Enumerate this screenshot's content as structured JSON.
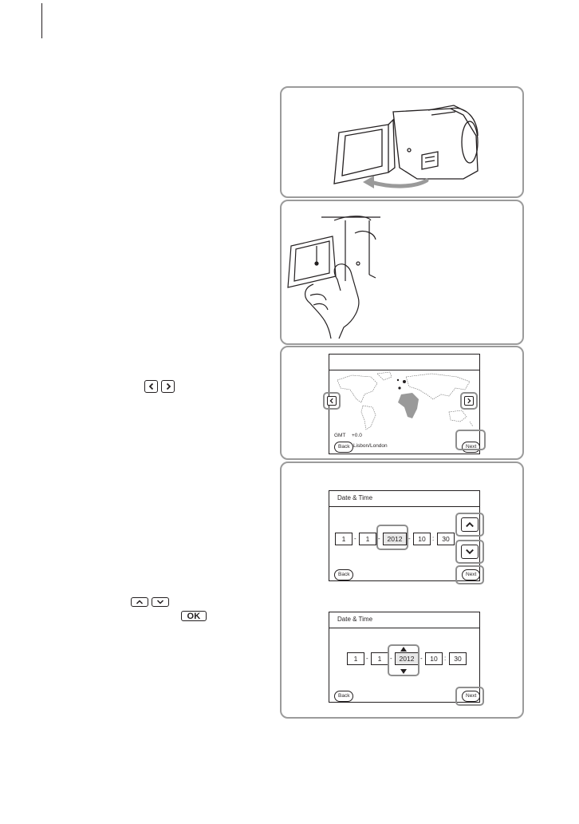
{
  "keys": {
    "left_icon": "chevron-left-icon",
    "right_icon": "chevron-right-icon",
    "up_icon": "chevron-up-icon",
    "down_icon": "chevron-down-icon",
    "ok_label": "OK"
  },
  "world_map": {
    "gmt_label": "GMT",
    "gmt_offset": "+0.0",
    "city": "Lisbon/London",
    "back_label": "Back",
    "next_label": "Next"
  },
  "date_time_1": {
    "title": "Date & Time",
    "month": "1",
    "day": "1",
    "year": "2012",
    "hour": "10",
    "minute": "30",
    "time_separator": ":",
    "back_label": "Back",
    "next_label": "Next"
  },
  "date_time_2": {
    "title": "Date & Time",
    "month": "1",
    "day": "1",
    "year": "2012",
    "hour": "10",
    "minute": "30",
    "time_separator": ":",
    "back_label": "Back",
    "next_label": "Next"
  },
  "colors": {
    "ink": "#231f20",
    "frame": "#9b9b9b",
    "highlight": "#8e8e8e",
    "land": "#9a9a9a"
  }
}
